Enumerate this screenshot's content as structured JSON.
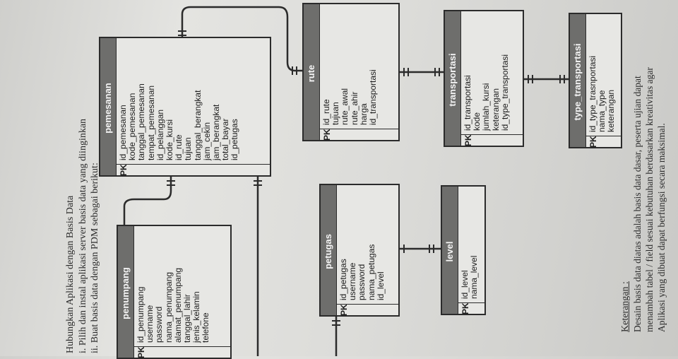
{
  "instructions": {
    "heading": "Hubungkan Aplikasi dengan Basis Data",
    "item_i": "i.    Pilih dan instal aplikasi server basis data yang diinginkan",
    "item_ii": "ii.   Buat basis data dengan PDM sebagai berikut:"
  },
  "pk_label": "PK",
  "entities": {
    "penumpang": {
      "name": "penumpang",
      "fields": [
        "id_penumpang",
        "username",
        "password",
        "nama_penumpang",
        "alamat_penumpang",
        "tanggal_lahir",
        "jenis_kelamin",
        "telefone"
      ]
    },
    "pemesanan": {
      "name": "pemesanan",
      "fields": [
        "id_pemesanan",
        "kode_pemesanan",
        "tanggal_pemesanan",
        "tempat_pemesanan",
        "id_pelanggan",
        "kode_kursi",
        "id_rute",
        "tujuan",
        "tanggal_berangkat",
        "jam_cekin",
        "jam_berangkat",
        "total_bayar",
        "id_petugas"
      ]
    },
    "rute": {
      "name": "rute",
      "fields": [
        "id_rute",
        "tujuan",
        "rute_awal",
        "rute_ahir",
        "harga",
        "id_transportasi"
      ]
    },
    "transportasi": {
      "name": "transportasi",
      "fields": [
        "id_transportasi",
        "kode",
        "jumlah_kursi",
        "keterangan",
        "id_type_transportasi"
      ]
    },
    "type_transportasi": {
      "name": "type_transportasi",
      "fields": [
        "id_type_trasnportasi",
        "nama_type",
        "keterangan"
      ]
    },
    "petugas": {
      "name": "petugas",
      "fields": [
        "id_petugas",
        "username",
        "password",
        "nama_petugas",
        "id_level"
      ]
    },
    "level": {
      "name": "level",
      "fields": [
        "id_level",
        "nama_level"
      ]
    }
  },
  "note": {
    "heading": "Keterangan :",
    "line1": "Desain basis data diatas adalah basis data dasar, peserta ujian dapat",
    "line2": "menambah tabel / field sesuai kebutuhan berdasarkan kreativitas agar",
    "line3": "Aplikasi yang dibuat dapat berfungsi secara maksimal."
  }
}
